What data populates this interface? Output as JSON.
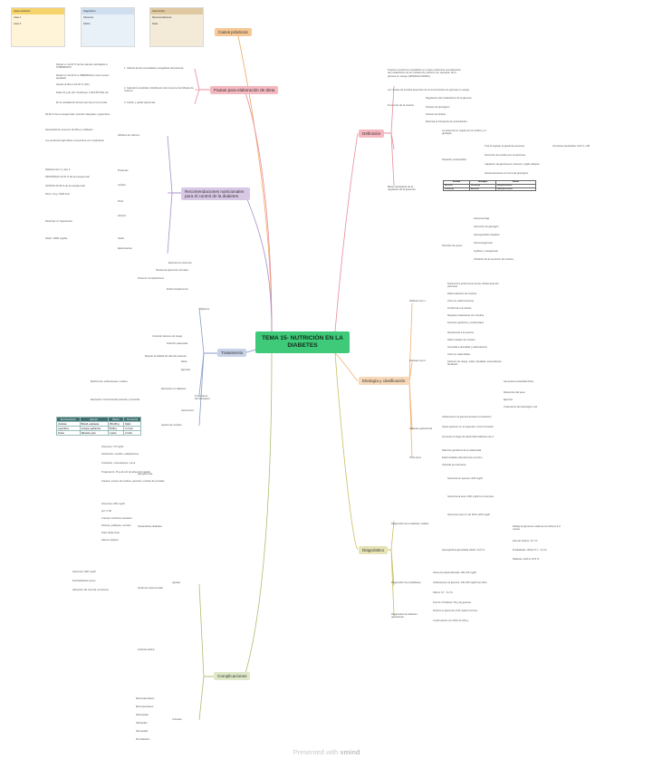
{
  "central": "TEMA 15- NUTRICIÓN EN LA DIABETES",
  "thumbnails": [
    {
      "title": "Casos prácticos",
      "lines": [
        "Caso 1",
        "Caso 2"
      ]
    },
    {
      "title": "Diagnóstico",
      "lines": [
        "Glucemia",
        "HbA1c"
      ]
    },
    {
      "title": "Guía clínica",
      "lines": [
        "Recomendaciones",
        "Dieta"
      ]
    }
  ],
  "branches": {
    "casos": "Casos prácticos",
    "pautas": "Pautas para elaboración de dieta",
    "recomendaciones": "Recomendaciones nutricionales para el control de la diabetes",
    "tratamiento": "Tratamiento",
    "complicaciones": "Complicaciones",
    "definicion": "Definición",
    "etiologia": "Etiología y clasificación",
    "diagnostico": "Diagnóstico"
  },
  "pautas": {
    "items": [
      "1. Cálculo de las necesidades energéticas del paciente",
      "2. Calcular la cantidad y distribución del consumo de hidratos de carbono",
      "3. Indicar y pautar glucemias"
    ],
    "details": [
      "Restar un 10-20 % de las calorías calculadas si SOBREPESO",
      "Restar un 30-40 % si OBESIDAD (o usar el peso ajustado)",
      "Ajustar al día un 10-20 % (HC)",
      "Dado 15 g de HC constituyen 1 RACIÓN DE HC",
      "En la cantidad de azúcar que hay en la comida"
    ]
  },
  "recomendaciones": {
    "items": [
      "Hidratos de carbono",
      "Proteínas",
      "Lípidos",
      "Fibra",
      "Alcohol",
      "Sodio",
      "Edulcorantes"
    ],
    "details": [
      "45-60 % de la energía total: priorizar integrales y legumbres",
      "Necesidad de consumo de fibra en diabetes",
      "Los productos light deben consumirse con moderación",
      "Diabetes tipo 1 y tipo 2",
      "PROTEÍNAS 10-20 % de la energía total",
      "LÍPIDOS 25-35 % de la energía total",
      "Fibra: 14 g / 1000 kcal",
      "Restringir en hipertensos",
      "Sodio <2300 mg/día"
    ],
    "table_header": [
      "Recomendación",
      "Ejemplo",
      "Ración",
      "Frecuencia"
    ],
    "table_rows": [
      [
        "Verduras",
        "Brócoli, espinacas",
        "150-200 g",
        "Diario"
      ],
      [
        "Legumbres",
        "Lentejas, garbanzos",
        "60-80 g",
        "2-4 sem"
      ],
      [
        "Frutas",
        "Manzana, pera",
        "1 pieza",
        "2-3 día"
      ]
    ]
  },
  "tratamiento": {
    "items": [
      "Objetivos",
      "Dieta",
      "Ejercicio",
      "Tratamiento farmacológico",
      "Educación en diabetes",
      "Autocontrol",
      "Ajustes de insulina"
    ],
    "details": [
      "Eliminar los síntomas",
      "Niveles de glucemia normales",
      "Prevenir complicaciones",
      "Evitar hipoglucemia",
      "Controlar factores de riesgo",
      "Nutrición adecuada",
      "Mejorar la calidad de vida del paciente",
      "Metformina, sulfonilureas, insulina",
      "Educación nutricional del paciente y la familia"
    ]
  },
  "complicaciones": {
    "items": [
      "Agudas",
      "Crónicas"
    ],
    "agudas": [
      "Hipoglucemia",
      "Cetoacidosis diabética",
      "Síndrome hiperosmolar",
      "Acidosis láctica"
    ],
    "hipo_details": [
      "Glucemia <70 mg/dl",
      "Sudoración, temblor, palpitaciones",
      "Confusión, convulsiones, coma",
      "Tratamiento: 15 g de HC de absorción rápida",
      "Causas: exceso de insulina, ejercicio, omisión de comidas"
    ],
    "cetoacidosis_details": [
      "Glucemia >250 mg/dl",
      "pH <7.30",
      "Cuerpos cetónicos elevados",
      "Poliuria, polidipsia, vómitos",
      "Dolor abdominal",
      "Aliento cetósico"
    ],
    "hiperosmolar_details": [
      "Glucemia >600 mg/dl",
      "Deshidratación grave",
      "Alteración del nivel de conciencia"
    ],
    "cronicas": [
      "Macrovasculares",
      "Microvasculares",
      "Retinopatía",
      "Nefropatía",
      "Neuropatía",
      "Pie diabético"
    ]
  },
  "definicion": {
    "text": "Trastorno endocrino-metabólico en el que predomina una alteración del metabolismo de los hidratos de carbono con elevación de la glucosa en sangre (HIPERGLUCEMIA)",
    "items": [
      "Los niveles de insulina dependen de la concentración de glucosa en sangre",
      "Funciones de la insulina",
      "Bases fisiológicas de la regulación de la glucemia"
    ],
    "funciones": [
      "Regulación del metabolismo de la glucosa",
      "Síntesis de glucógeno",
      "Síntesis de lípidos",
      "Estimula el transporte de aminoácidos"
    ],
    "bases": [
      "La glucemia se regula por la insulina y el glucagón",
      "Situación postprandial",
      "Periodos de ayuno"
    ],
    "postprandial": [
      "Tras la ingesta, la glucemia aumenta",
      "Secreción de insulina por el páncreas",
      "Captación de glucosa por músculo y tejido adiposo",
      "Almacenamiento en forma de glucógeno",
      "Incretinas intestinales: GLP-1, GIP"
    ],
    "ayuno": [
      "Glucemia baja",
      "Secreción de glucagón",
      "Glucogenólisis hepática",
      "Gluconeogénesis",
      "Lipólisis y cetogénesis",
      "Inhibición de la secreción de insulina"
    ],
    "mini_table_header": [
      "Insulina",
      "Glucagón",
      "Efecto"
    ],
    "mini_table_rows": [
      [
        "Aumenta",
        "Disminuye",
        "Hipoglucemiante"
      ],
      [
        "Disminuye",
        "Aumenta",
        "Hiperglucemiante"
      ]
    ]
  },
  "etiologia": {
    "items": [
      "Diabetes tipo 1",
      "Diabetes tipo 2",
      "Diabetes gestacional",
      "Otros tipos"
    ],
    "tipo1": [
      "Destrucción autoinmune de las células beta del páncreas",
      "Déficit absoluto de insulina",
      "Inicio en edad temprana",
      "Tendencia a la cetosis",
      "Requiere tratamiento con insulina",
      "Factores genéticos y ambientales"
    ],
    "tipo2": [
      "Resistencia a la insulina",
      "Déficit relativo de insulina",
      "Asociada a obesidad y sedentarismo",
      "Inicio en edad adulta",
      "Factores de riesgo: edad, obesidad, antecedentes familiares"
    ],
    "tipo2_tratamiento": [
      "Aumentar la actividad física",
      "Reducción del peso",
      "Ejercicio",
      "Tratamiento farmacológico oral"
    ],
    "gestacional": [
      "Intolerancia a la glucosa durante el embarazo",
      "Suele aparecer en el segundo o tercer trimestre",
      "Aumenta el riesgo de desarrollar diabetes tipo 2"
    ],
    "otros": [
      "Defectos genéticos de la célula beta",
      "Enfermedades del páncreas exocrino",
      "Inducida por fármacos"
    ]
  },
  "diagnostico": {
    "items": [
      "Diagnóstico de la diabetes mellitus",
      "Diagnóstico de prediabetes",
      "Diagnóstico de diabetes gestacional"
    ],
    "dm": [
      "Glucemia en ayunas ≥126 mg/dl",
      "Glucemia al azar ≥200 mg/dl con síntomas",
      "Glucemia a las 2 h de SOG ≥200 mg/dl",
      "Hemoglobina glicosilada HbA1c ≥6,5 %"
    ],
    "hba1c": [
      "Refleja la glucemia media de los últimos 2-3 meses",
      "Normal: HbA1c <5,7 %",
      "Prediabetes: HbA1c 5,7 - 6,4 %",
      "Diabetes: HbA1c ≥6,5 %"
    ],
    "prediabetes": [
      "Glucemia basal alterada: 100-125 mg/dl",
      "Intolerancia a la glucosa: 140-199 mg/dl tras SOG",
      "HbA1c 5,7 - 6,4 %"
    ],
    "gestacional": [
      "Test de O'Sullivan: 50 g de glucosa",
      "Positivo si glucemia ≥140 mg/dl a la hora",
      "Confirmación con SOG de 100 g"
    ]
  },
  "footer": {
    "prefix": "Presented with",
    "brand": "xmind"
  },
  "colors": {
    "central_bg": "#3fca7a",
    "casos": "#f5c896",
    "pautas": "#f5b8c0",
    "recomendaciones": "#d8c8e6",
    "tratamiento": "#c8d2e6",
    "complicaciones": "#dfe8c8",
    "definicion": "#f5b8c0",
    "etiologia": "#f7d9b8",
    "diagnostico": "#e6e3b4"
  }
}
